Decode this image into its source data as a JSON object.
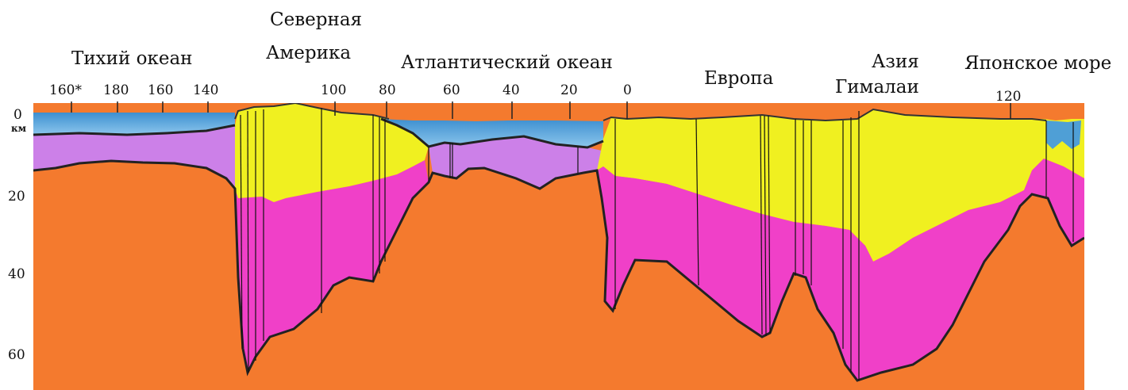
{
  "regions": {
    "pacific": "Тихий океан",
    "north_america_1": "Северная",
    "north_america_2": "Америка",
    "atlantic": "Атлантический океан",
    "europe": "Европа",
    "asia": "Азия",
    "himalaya": "Гималаи",
    "sea_of_japan": "Японское море"
  },
  "longitude_ticks": [
    "160*",
    "180",
    "160",
    "140",
    "100",
    "80",
    "60",
    "40",
    "20",
    "0",
    "120"
  ],
  "depth_axis": {
    "ticks": [
      "0",
      "20",
      "40",
      "60"
    ],
    "unit": "км"
  },
  "layer_colors": {
    "ocean_water": "#4f9fd6",
    "sedimentary": "#f0f020",
    "basaltic_oceanic": "#cc80e8",
    "granitic": "#f040c8",
    "mantle": "#f47a2e",
    "boundary": "#222222"
  }
}
